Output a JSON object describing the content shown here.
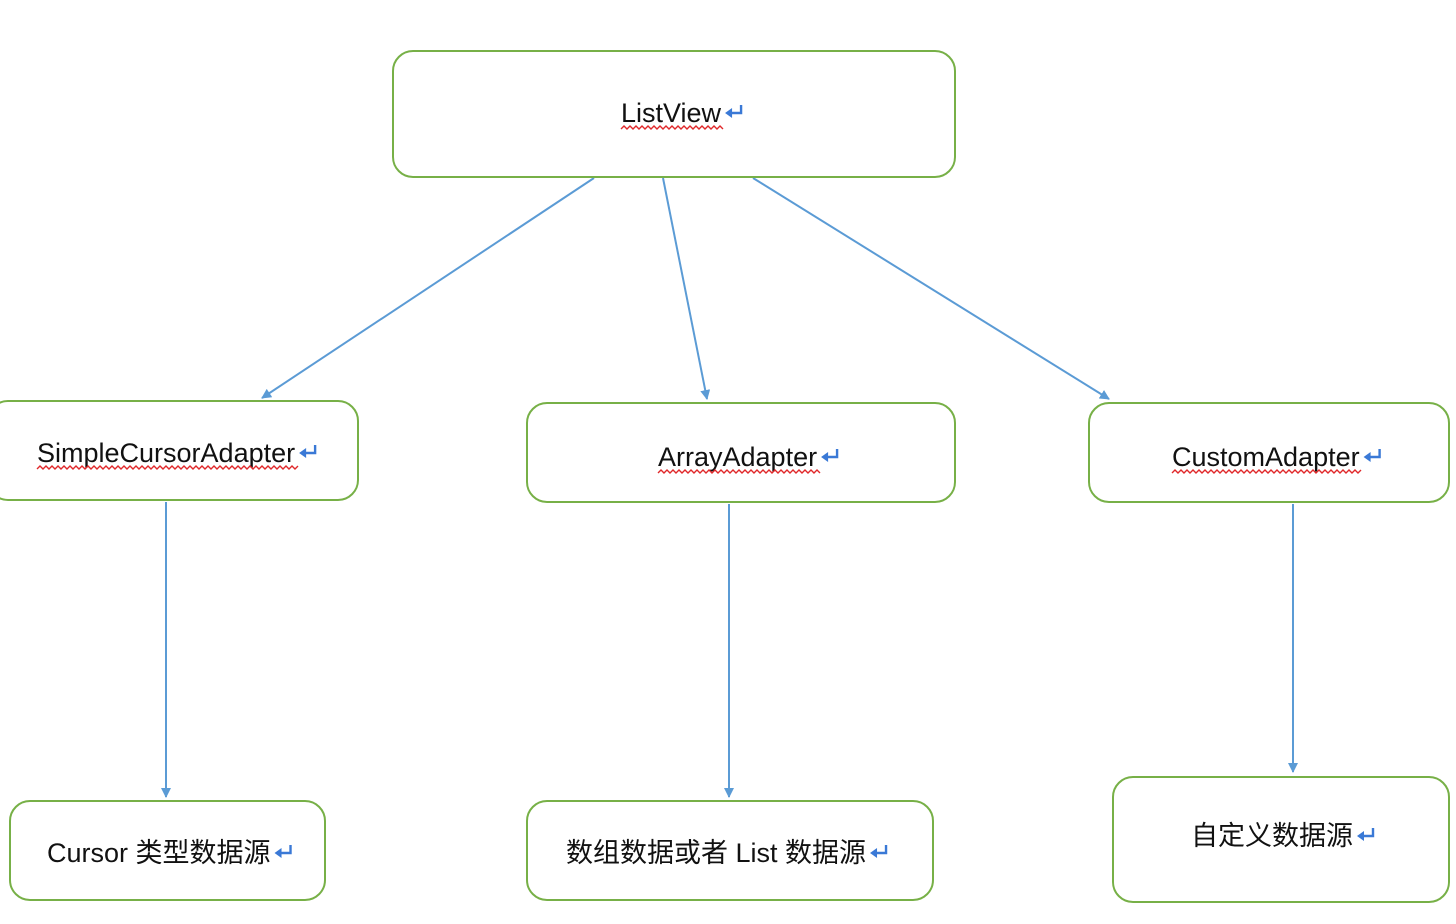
{
  "diagram": {
    "nodes": [
      {
        "id": "listview",
        "label": "ListView",
        "spell_marked": true
      },
      {
        "id": "simplecursoradapter",
        "label": "SimpleCursorAdapter",
        "spell_marked": true
      },
      {
        "id": "arrayadapter",
        "label": "ArrayAdapter",
        "spell_marked": true
      },
      {
        "id": "customadapter",
        "label": "CustomAdapter",
        "spell_marked": true
      },
      {
        "id": "cursor-source",
        "label": "Cursor 类型数据源",
        "spell_marked": false
      },
      {
        "id": "array-source",
        "label": "数组数据或者 List 数据源",
        "spell_marked": false
      },
      {
        "id": "custom-source",
        "label": "自定义数据源",
        "spell_marked": false
      }
    ],
    "edges": [
      {
        "from": "listview",
        "to": "simplecursoradapter"
      },
      {
        "from": "listview",
        "to": "arrayadapter"
      },
      {
        "from": "listview",
        "to": "customadapter"
      },
      {
        "from": "simplecursoradapter",
        "to": "cursor-source"
      },
      {
        "from": "arrayadapter",
        "to": "array-source"
      },
      {
        "from": "customadapter",
        "to": "custom-source"
      }
    ],
    "colors": {
      "node_border": "#77b047",
      "edge": "#5b9bd5",
      "paragraph_mark": "#3a79d6",
      "spell_underline": "#e0282a",
      "text": "#111111"
    }
  }
}
